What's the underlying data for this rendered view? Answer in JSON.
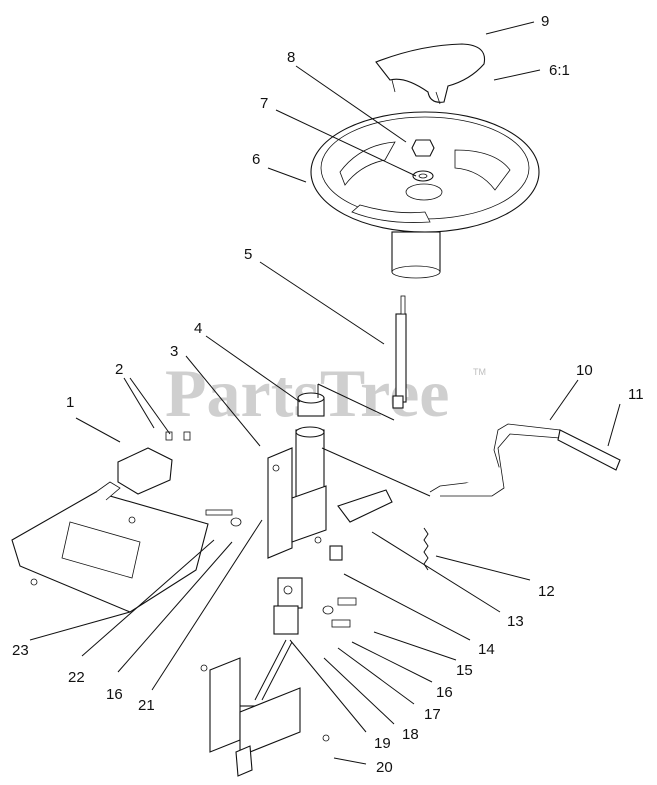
{
  "watermark": {
    "text": "PartsTree",
    "trademark": "TM"
  },
  "callouts": [
    {
      "id": "c1",
      "label": "1"
    },
    {
      "id": "c2",
      "label": "2"
    },
    {
      "id": "c3",
      "label": "3"
    },
    {
      "id": "c4",
      "label": "4"
    },
    {
      "id": "c5",
      "label": "5"
    },
    {
      "id": "c6",
      "label": "6"
    },
    {
      "id": "c7",
      "label": "7"
    },
    {
      "id": "c8",
      "label": "8"
    },
    {
      "id": "c9",
      "label": "9"
    },
    {
      "id": "c6-1",
      "label": "6:1"
    },
    {
      "id": "c10",
      "label": "10"
    },
    {
      "id": "c11",
      "label": "11"
    },
    {
      "id": "c12",
      "label": "12"
    },
    {
      "id": "c13",
      "label": "13"
    },
    {
      "id": "c14",
      "label": "14"
    },
    {
      "id": "c15",
      "label": "15"
    },
    {
      "id": "c16a",
      "label": "16"
    },
    {
      "id": "c16b",
      "label": "16"
    },
    {
      "id": "c17",
      "label": "17"
    },
    {
      "id": "c18",
      "label": "18"
    },
    {
      "id": "c19",
      "label": "19"
    },
    {
      "id": "c20",
      "label": "20"
    },
    {
      "id": "c21",
      "label": "21"
    },
    {
      "id": "c22",
      "label": "22"
    },
    {
      "id": "c23",
      "label": "23"
    }
  ]
}
